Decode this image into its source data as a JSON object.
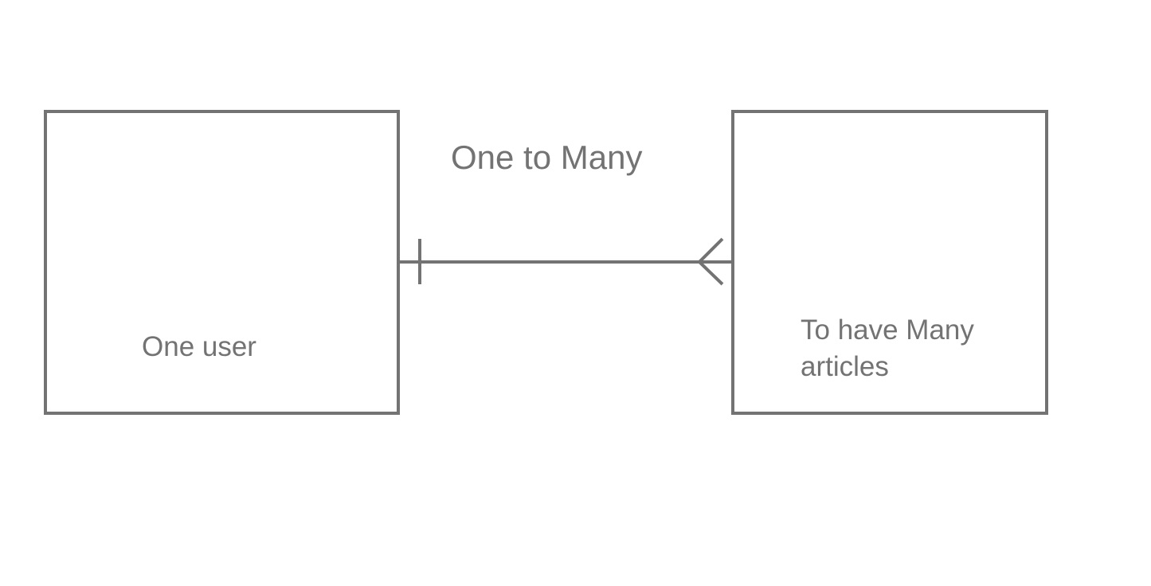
{
  "diagram": {
    "relationship_label": "One to Many",
    "entities": {
      "left": {
        "label": "One user"
      },
      "right": {
        "label_lines": [
          "To have Many",
          "articles"
        ]
      }
    },
    "relationship": {
      "left_cardinality": "one",
      "right_cardinality": "many"
    },
    "colors": {
      "stroke": "#737373",
      "text": "#737373",
      "background": "#ffffff"
    }
  }
}
